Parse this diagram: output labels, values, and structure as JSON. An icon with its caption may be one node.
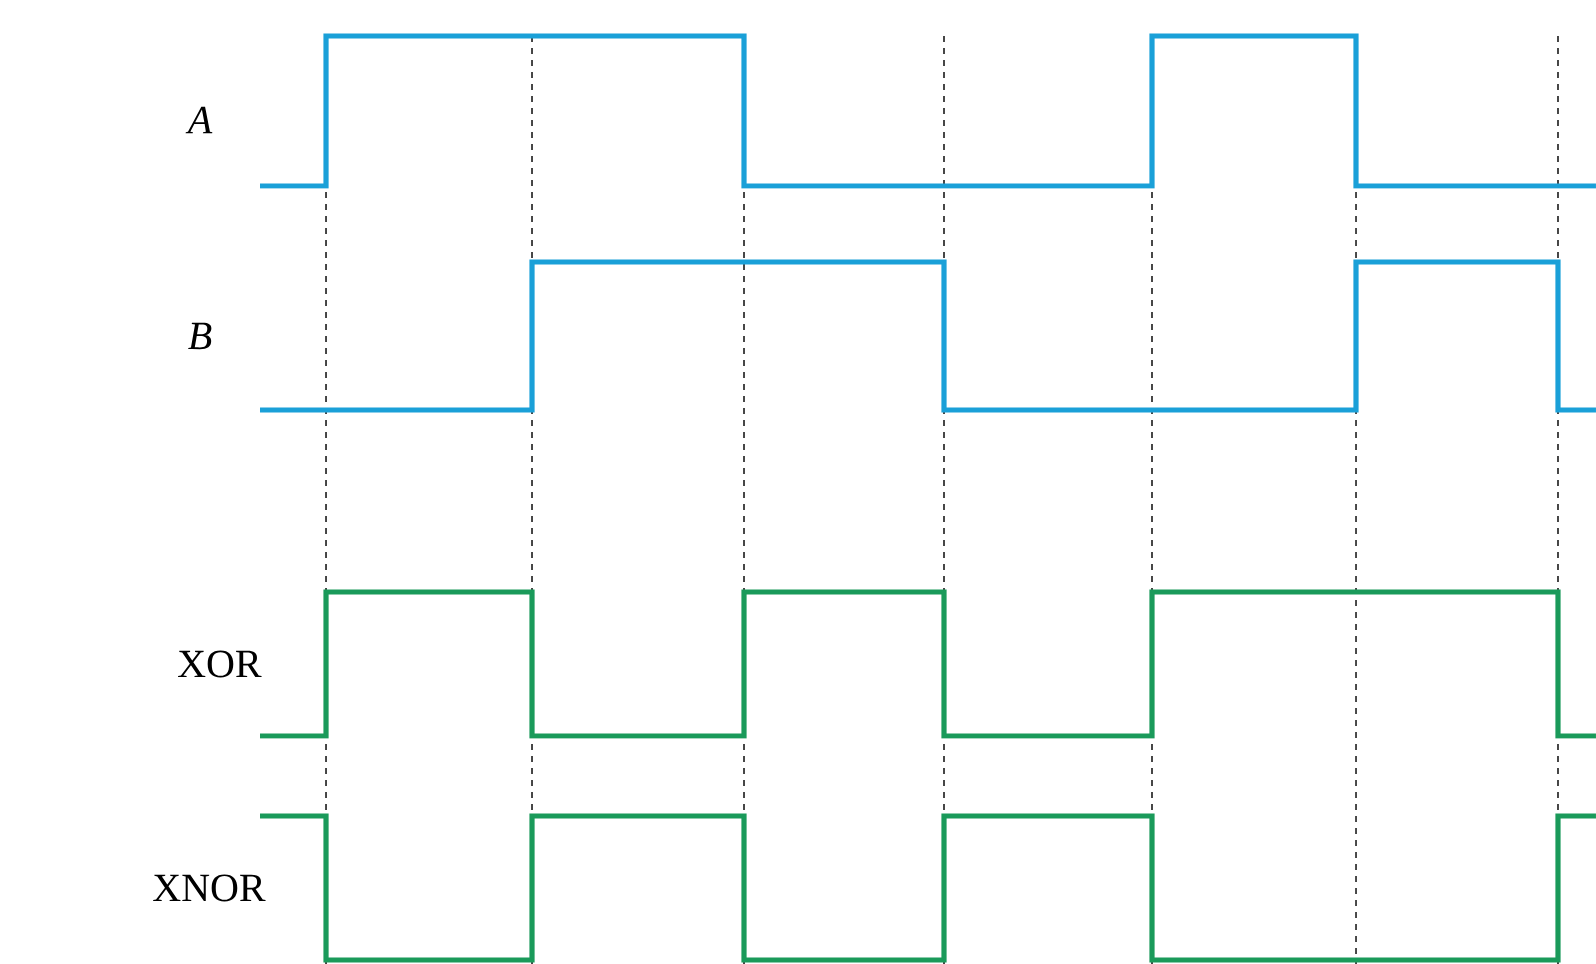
{
  "diagram": {
    "labels": [
      "A",
      "B",
      "XOR",
      "XNOR"
    ]
  }
}
